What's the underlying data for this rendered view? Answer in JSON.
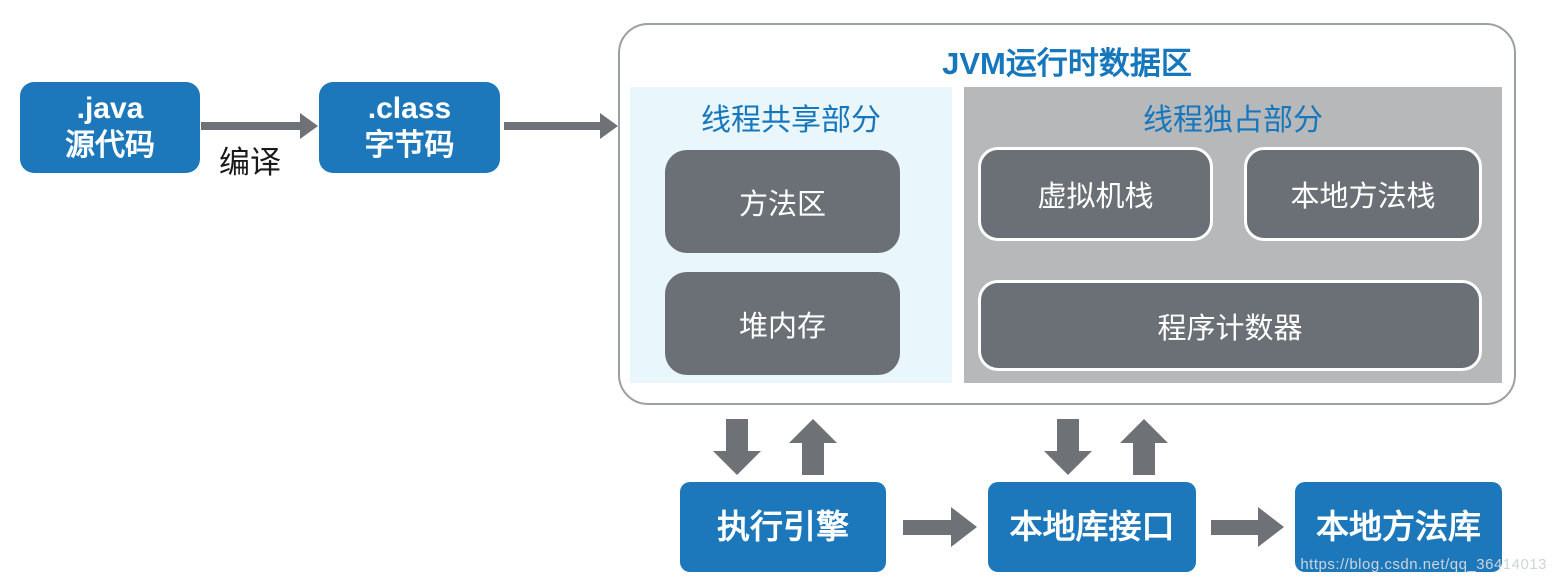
{
  "colors": {
    "blue": "#1c78ba",
    "title_blue": "#1777bd",
    "box_gray": "#6b7076",
    "panel_gray": "#b7b8ba",
    "panel_lightblue": "#e9f7fd",
    "arrow_gray": "#6e7277",
    "container_border": "#9ba0a5",
    "compile_text": "#1a1a1a",
    "watermark": "#cdd4da"
  },
  "pipeline": {
    "java_source": {
      "line1": ".java",
      "line2": "源代码"
    },
    "compile_arrow_label": "编译",
    "class_bytecode": {
      "line1": ".class",
      "line2": "字节码"
    }
  },
  "jvm_runtime_area": {
    "title": "JVM运行时数据区",
    "thread_shared": {
      "title": "线程共享部分",
      "method_area": "方法区",
      "heap": "堆内存"
    },
    "thread_exclusive": {
      "title": "线程独占部分",
      "vm_stack": "虚拟机栈",
      "native_method_stack": "本地方法栈",
      "program_counter": "程序计数器"
    }
  },
  "engine_row": {
    "execution_engine": "执行引擎",
    "native_interface": "本地库接口",
    "native_library": "本地方法库"
  },
  "watermark": "https://blog.csdn.net/qq_36414013"
}
